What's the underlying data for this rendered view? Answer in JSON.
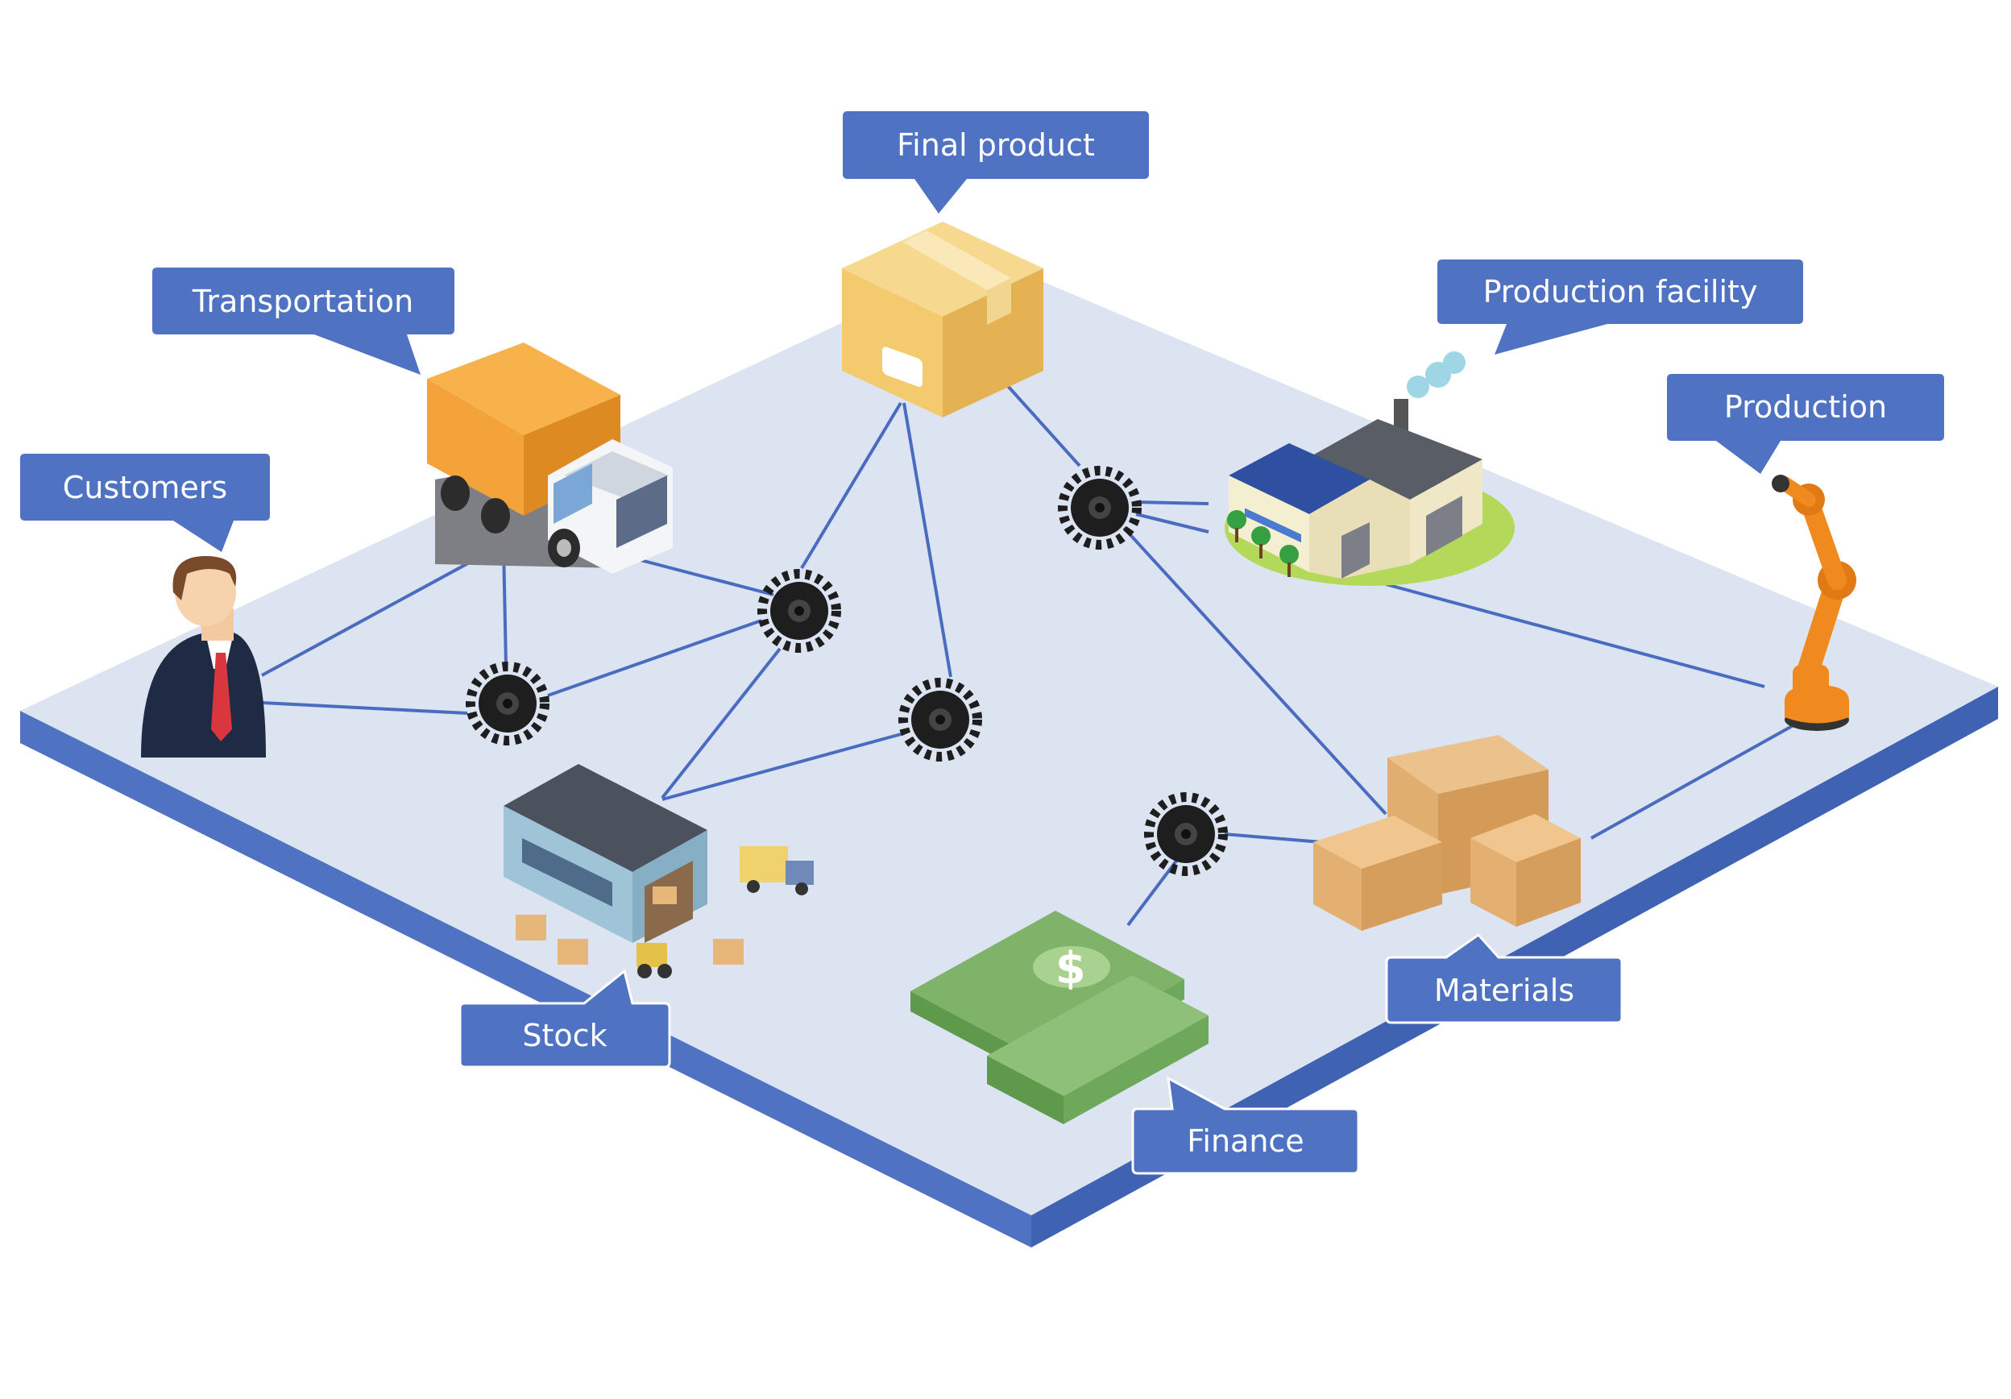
{
  "labels": {
    "final_product": "Final product",
    "transportation": "Transportation",
    "production_facility": "Production facility",
    "production": "Production",
    "customers": "Customers",
    "stock": "Stock",
    "materials": "Materials",
    "finance": "Finance"
  },
  "colors": {
    "platform_top": "#dce3f1",
    "platform_edge": "#4f72c2",
    "callout": "#4f72c2",
    "connector": "#4a6cc0",
    "gear": "#1e1e1e"
  },
  "icons": [
    "customer-person-icon",
    "delivery-truck-icon",
    "cardboard-box-icon",
    "factory-icon",
    "robot-arm-icon",
    "warehouse-icon",
    "material-boxes-icon",
    "money-stack-icon",
    "gear-icon"
  ]
}
